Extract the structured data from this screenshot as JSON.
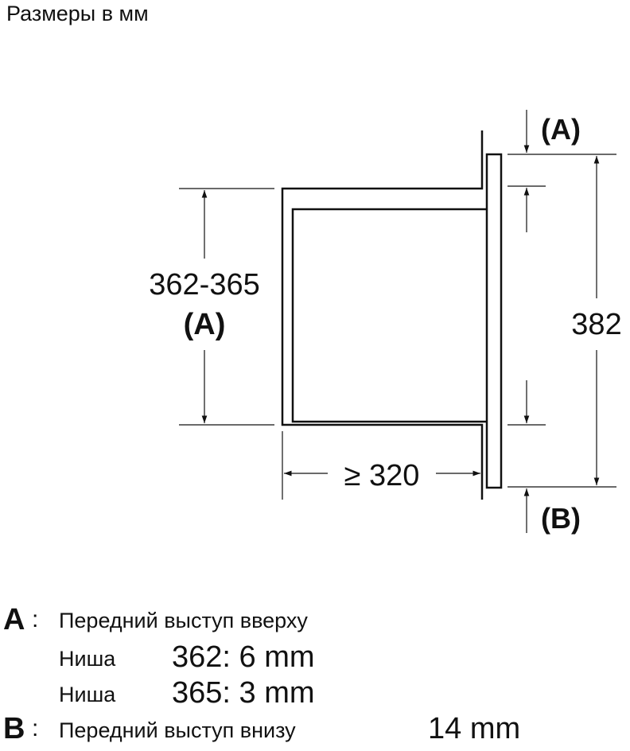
{
  "title": "Размеры в мм",
  "diagram": {
    "label_a_top": "(A)",
    "label_b_bottom": "(B)",
    "niche_height": "362-365",
    "niche_height_ref": "(A)",
    "total_height": "382",
    "depth": "≥ 320"
  },
  "legend": {
    "a_key": "A",
    "a_text": "Передний выступ вверху",
    "rows": [
      {
        "label": "Ниша",
        "value": "362: 6 mm"
      },
      {
        "label": "Ниша",
        "value": "365: 3 mm"
      }
    ],
    "b_key": "B",
    "b_text": "Передний выступ внизу",
    "b_value": "14 mm"
  }
}
